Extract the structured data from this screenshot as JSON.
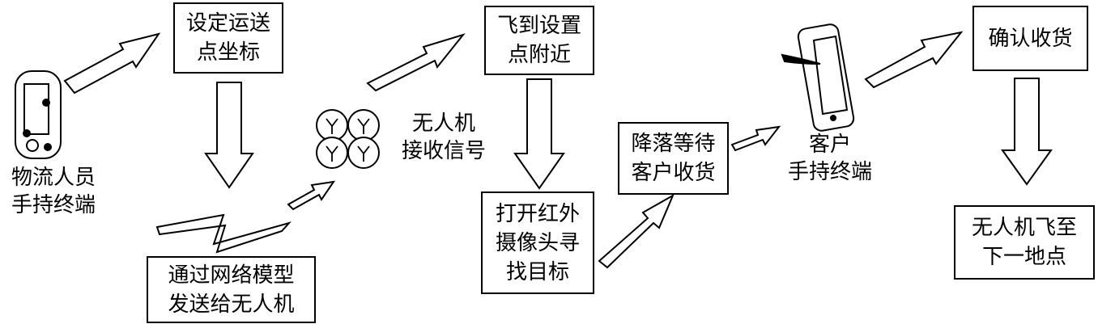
{
  "nodes": {
    "set_coords": "设定运送\n点坐标",
    "send_model": "通过网络模型\n发送给无人机",
    "fly_near": "飞到设置\n点附近",
    "infrared": "打开红外\n摄像头寻\n找目标",
    "land_wait": "降落等待\n客户收货",
    "confirm": "确认收货",
    "next_point": "无人机飞至\n下一地点"
  },
  "labels": {
    "logistics_terminal": "物流人员\n手持终端",
    "drone_receive": "无人机\n接收信号",
    "customer_terminal": "客户\n手持终端"
  }
}
